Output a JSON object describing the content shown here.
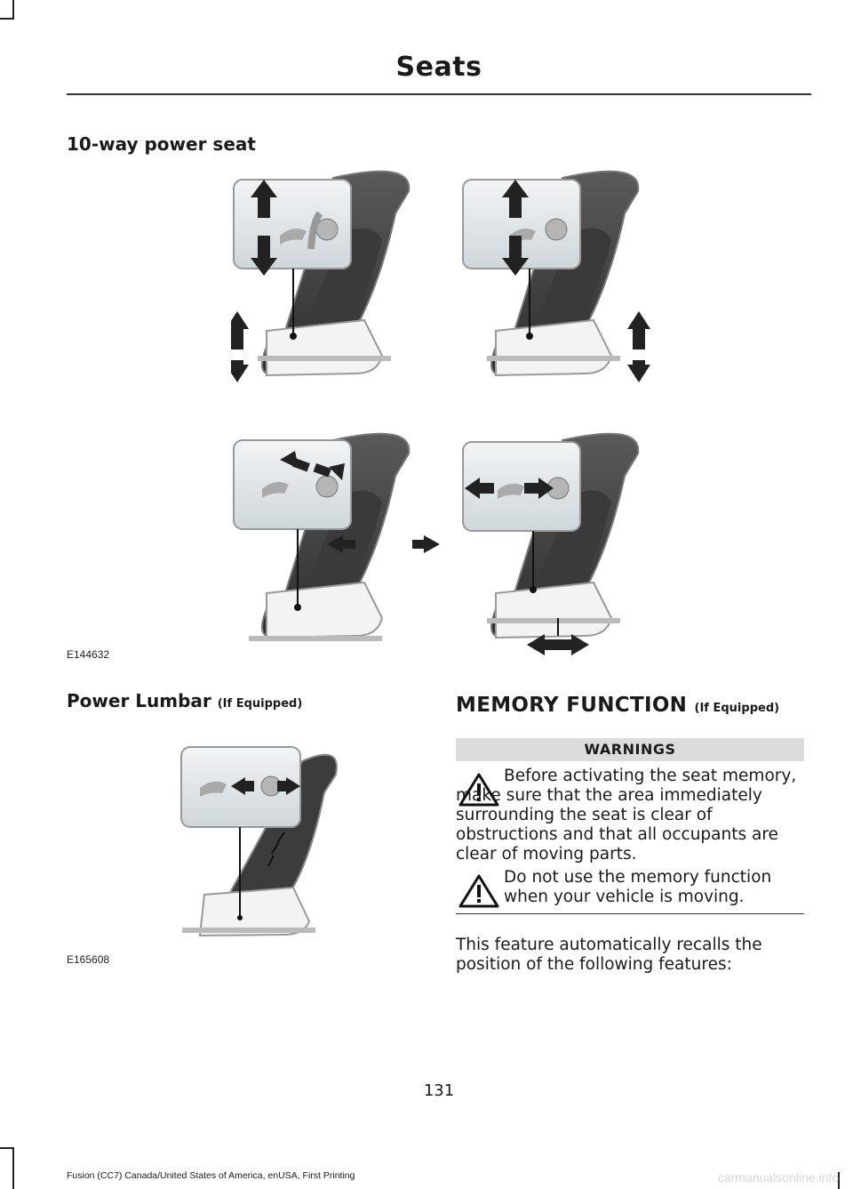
{
  "header": {
    "title": "Seats"
  },
  "sections": {
    "power_seat": {
      "title": "10-way power seat"
    },
    "lumbar": {
      "title": "Power Lumbar",
      "qualifier": "(If Equipped)"
    },
    "memory": {
      "title": "MEMORY FUNCTION",
      "qualifier": "(If Equipped)"
    }
  },
  "figures": {
    "seat_fig_code": "E144632",
    "lumbar_fig_code": "E165608"
  },
  "warnings": {
    "heading": "WARNINGS",
    "items": [
      "Before activating the seat memory, make sure that the area immediately surrounding the seat is clear of obstructions and that all occupants are clear of moving parts.",
      "Do not use the memory function when your vehicle is moving."
    ]
  },
  "body": {
    "intro": "This feature automatically recalls the position of the following features:"
  },
  "page": {
    "number": "131",
    "footer": "Fusion (CC7) Canada/United States of America, enUSA, First Printing",
    "watermark": "carmanualsonline.info"
  }
}
